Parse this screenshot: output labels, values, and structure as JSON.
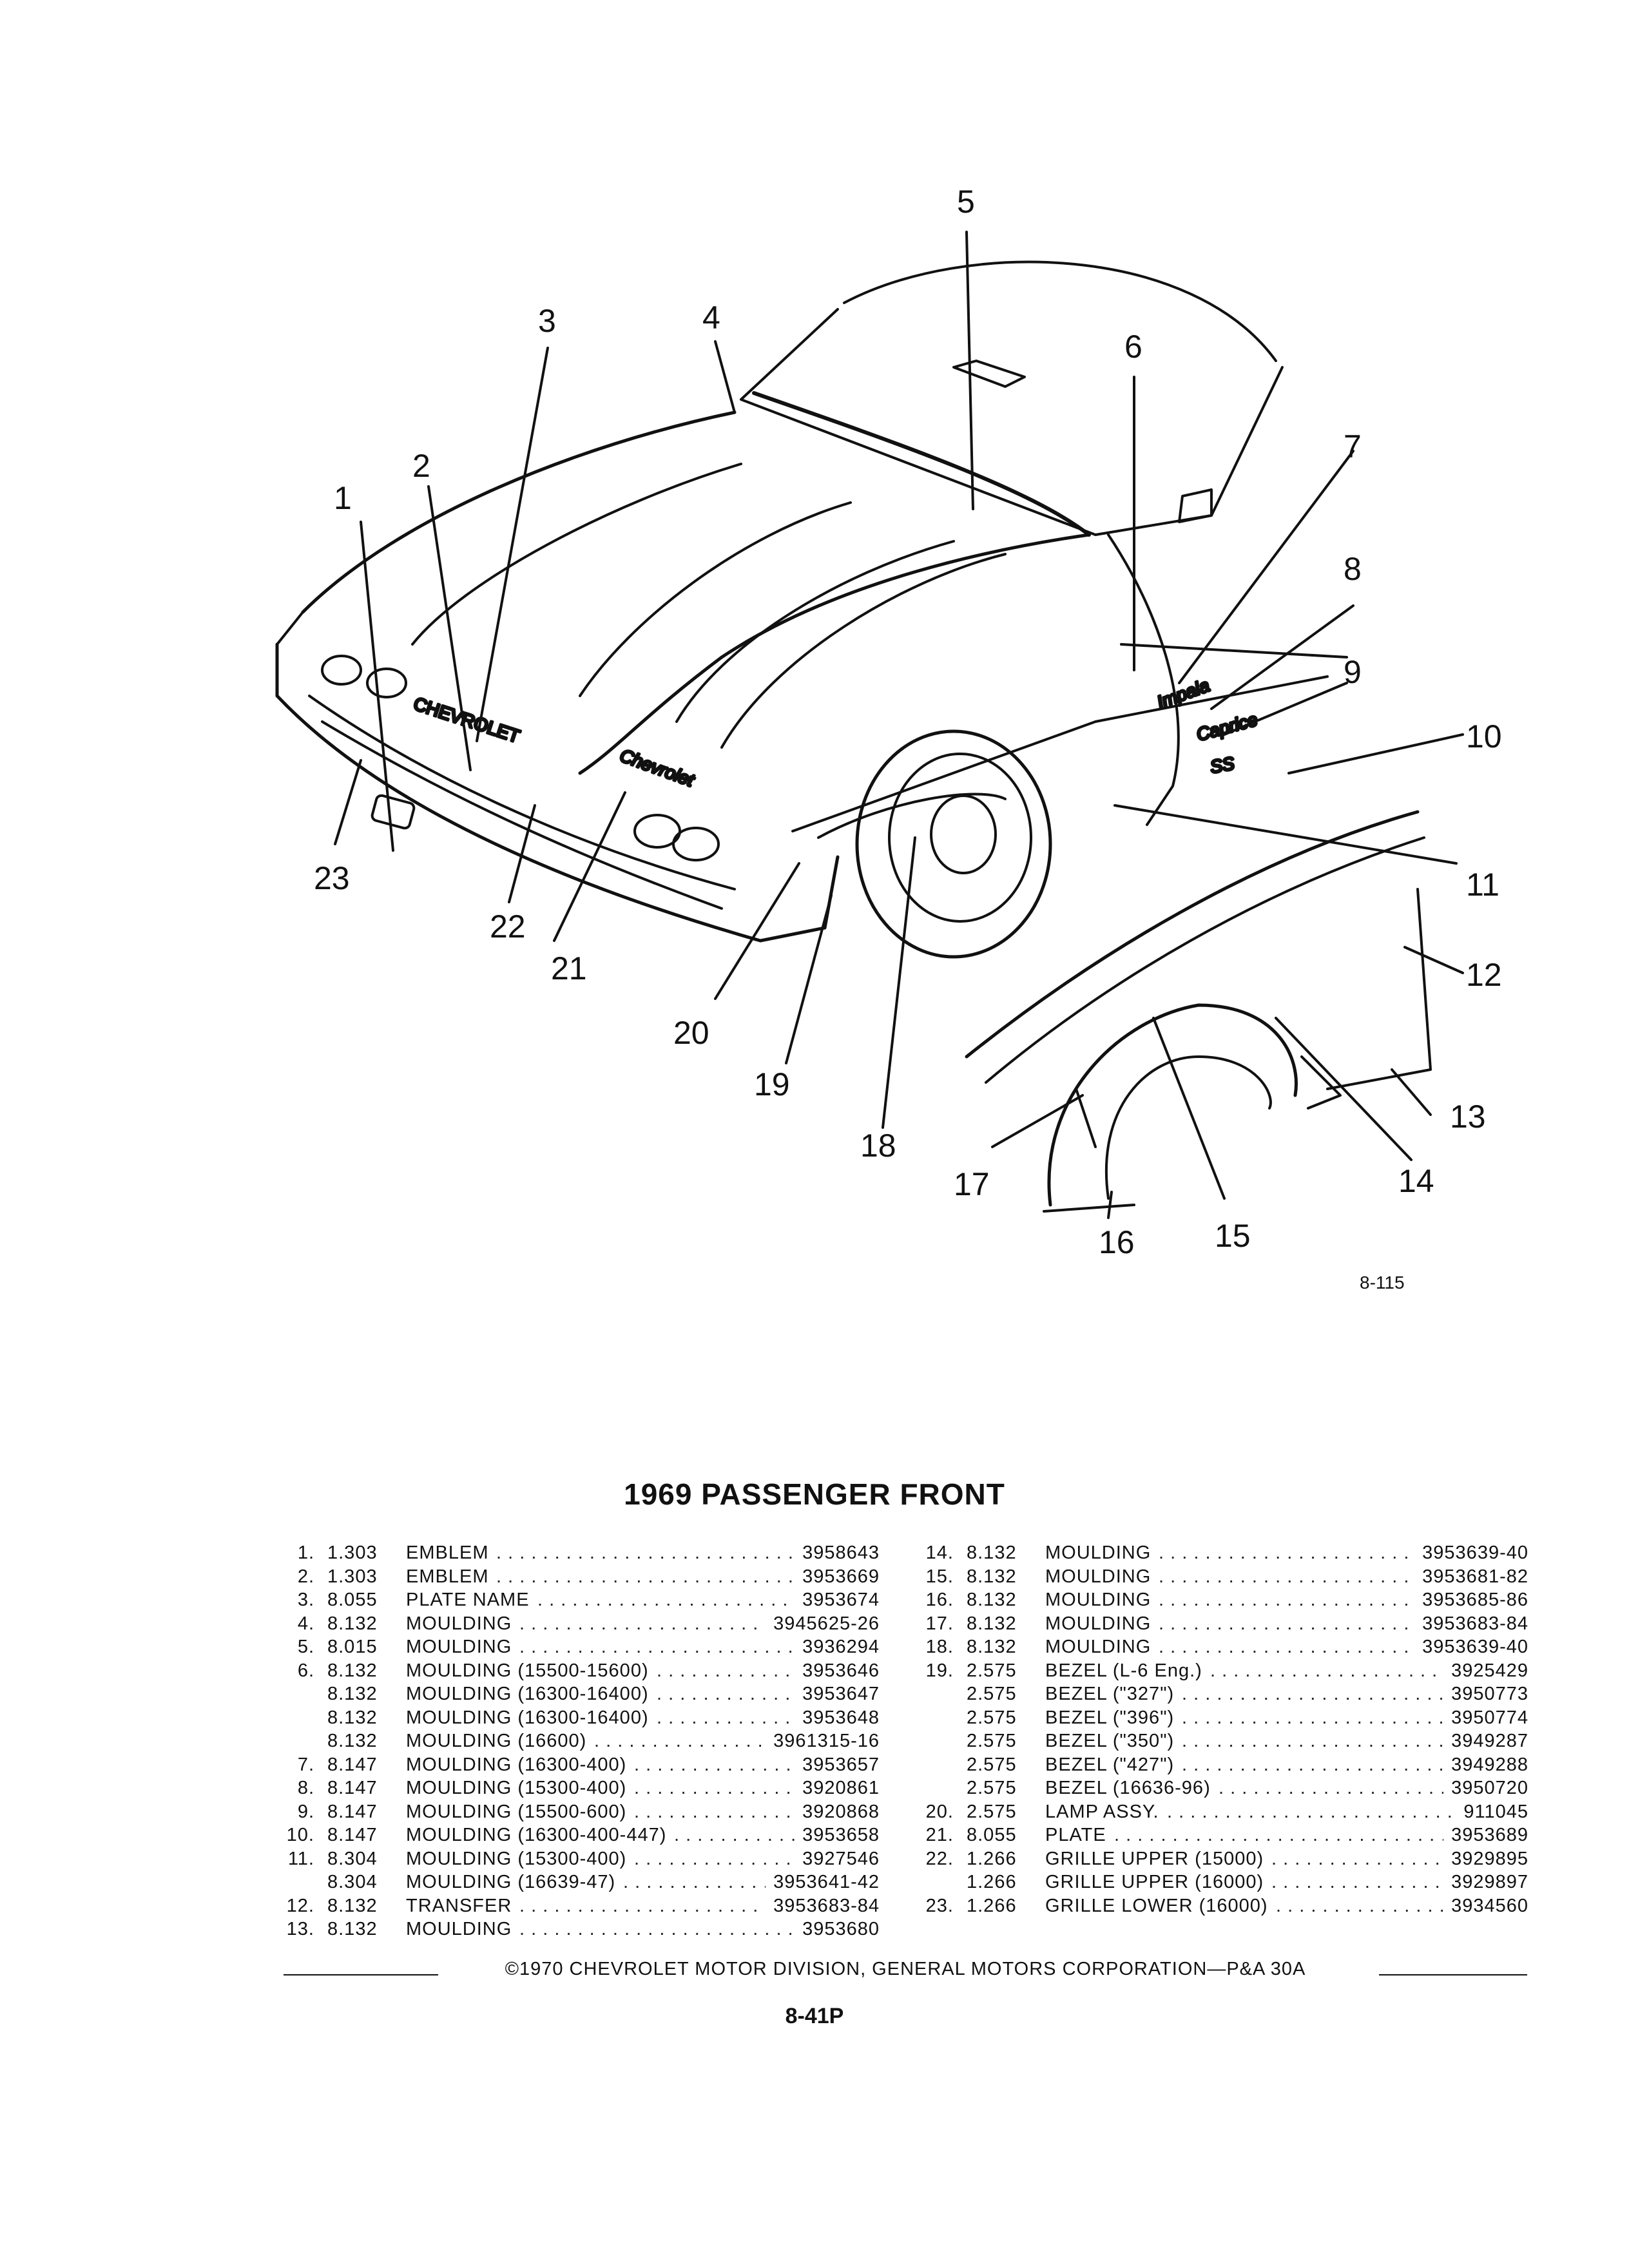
{
  "figure": {
    "callouts": [
      "1",
      "2",
      "3",
      "4",
      "5",
      "6",
      "7",
      "8",
      "9",
      "10",
      "11",
      "12",
      "13",
      "14",
      "15",
      "16",
      "17",
      "18",
      "19",
      "20",
      "21",
      "22",
      "23"
    ],
    "figure_number": "8-115"
  },
  "title": "1969 PASSENGER FRONT",
  "parts_left": [
    {
      "num": "1.",
      "grp": "1.303",
      "desc": "EMBLEM",
      "pn": "3958643"
    },
    {
      "num": "2.",
      "grp": "1.303",
      "desc": "EMBLEM",
      "pn": "3953669"
    },
    {
      "num": "3.",
      "grp": "8.055",
      "desc": "PLATE NAME",
      "pn": "3953674"
    },
    {
      "num": "4.",
      "grp": "8.132",
      "desc": "MOULDING",
      "pn": "3945625-26"
    },
    {
      "num": "5.",
      "grp": "8.015",
      "desc": "MOULDING",
      "pn": "3936294"
    },
    {
      "num": "6.",
      "grp": "8.132",
      "desc": "MOULDING (15500-15600)",
      "pn": "3953646"
    },
    {
      "num": "",
      "grp": "8.132",
      "desc": "MOULDING (16300-16400)",
      "pn": "3953647"
    },
    {
      "num": "",
      "grp": "8.132",
      "desc": "MOULDING (16300-16400)",
      "pn": "3953648"
    },
    {
      "num": "",
      "grp": "8.132",
      "desc": "MOULDING (16600)",
      "pn": "3961315-16"
    },
    {
      "num": "7.",
      "grp": "8.147",
      "desc": "MOULDING (16300-400)",
      "pn": "3953657"
    },
    {
      "num": "8.",
      "grp": "8.147",
      "desc": "MOULDING (15300-400)",
      "pn": "3920861"
    },
    {
      "num": "9.",
      "grp": "8.147",
      "desc": "MOULDING (15500-600)",
      "pn": "3920868"
    },
    {
      "num": "10.",
      "grp": "8.147",
      "desc": "MOULDING (16300-400-447)",
      "pn": "3953658"
    },
    {
      "num": "11.",
      "grp": "8.304",
      "desc": "MOULDING (15300-400)",
      "pn": "3927546"
    },
    {
      "num": "",
      "grp": "8.304",
      "desc": "MOULDING (16639-47)",
      "pn": "3953641-42"
    },
    {
      "num": "12.",
      "grp": "8.132",
      "desc": "TRANSFER",
      "pn": "3953683-84"
    },
    {
      "num": "13.",
      "grp": "8.132",
      "desc": "MOULDING",
      "pn": "3953680"
    }
  ],
  "parts_right": [
    {
      "num": "14.",
      "grp": "8.132",
      "desc": "MOULDING",
      "pn": "3953639-40"
    },
    {
      "num": "15.",
      "grp": "8.132",
      "desc": "MOULDING",
      "pn": "3953681-82"
    },
    {
      "num": "16.",
      "grp": "8.132",
      "desc": "MOULDING",
      "pn": "3953685-86"
    },
    {
      "num": "17.",
      "grp": "8.132",
      "desc": "MOULDING",
      "pn": "3953683-84"
    },
    {
      "num": "18.",
      "grp": "8.132",
      "desc": "MOULDING",
      "pn": "3953639-40"
    },
    {
      "num": "19.",
      "grp": "2.575",
      "desc": "BEZEL (L-6 Eng.)",
      "pn": "3925429"
    },
    {
      "num": "",
      "grp": "2.575",
      "desc": "BEZEL (\"327\")",
      "pn": "3950773"
    },
    {
      "num": "",
      "grp": "2.575",
      "desc": "BEZEL (\"396\")",
      "pn": "3950774"
    },
    {
      "num": "",
      "grp": "2.575",
      "desc": "BEZEL (\"350\")",
      "pn": "3949287"
    },
    {
      "num": "",
      "grp": "2.575",
      "desc": "BEZEL (\"427\")",
      "pn": "3949288"
    },
    {
      "num": "",
      "grp": "2.575",
      "desc": "BEZEL (16636-96)",
      "pn": "3950720"
    },
    {
      "num": "20.",
      "grp": "2.575",
      "desc": "LAMP ASSY.",
      "pn": "911045"
    },
    {
      "num": "21.",
      "grp": "8.055",
      "desc": "PLATE",
      "pn": "3953689"
    },
    {
      "num": "22.",
      "grp": "1.266",
      "desc": "GRILLE UPPER (15000)",
      "pn": "3929895"
    },
    {
      "num": "",
      "grp": "1.266",
      "desc": "GRILLE UPPER (16000)",
      "pn": "3929897"
    },
    {
      "num": "23.",
      "grp": "1.266",
      "desc": "GRILLE LOWER (16000)",
      "pn": "3934560"
    }
  ],
  "copyright": "©1970 CHEVROLET MOTOR DIVISION, GENERAL MOTORS CORPORATION—P&A 30A",
  "page_number": "8-41P"
}
